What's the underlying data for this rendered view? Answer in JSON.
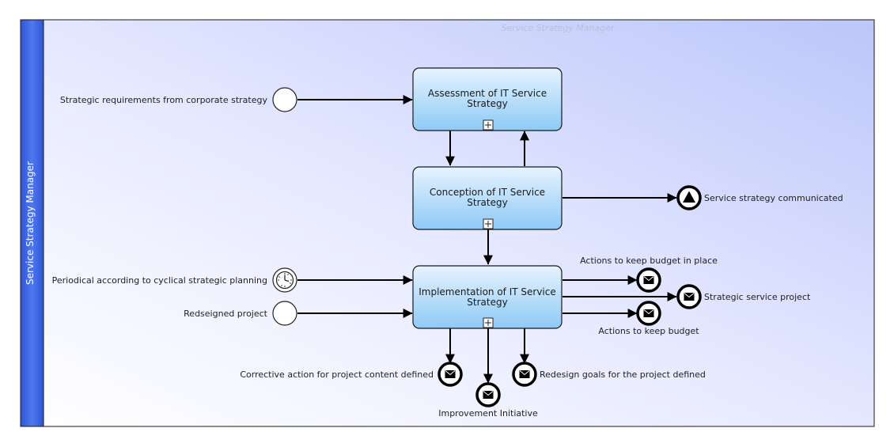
{
  "pool": {
    "lane_label": "Service Strategy Manager",
    "title": "Service Strategy Manager"
  },
  "tasks": [
    {
      "id": "assessment",
      "line1": "Assessment of IT Service",
      "line2": "Strategy"
    },
    {
      "id": "conception",
      "line1": "Conception of IT Service",
      "line2": "Strategy"
    },
    {
      "id": "implementation",
      "line1": "Implementation of IT Service",
      "line2": "Strategy"
    }
  ],
  "start_events": [
    {
      "id": "strategic-requirements",
      "label": "Strategic requirements from corporate strategy",
      "icon": "none"
    },
    {
      "id": "periodical",
      "label": "Periodical according to cyclical strategic planning",
      "icon": "clock-icon"
    },
    {
      "id": "redesigned-project",
      "label": "Redseigned project",
      "icon": "none"
    }
  ],
  "end_events": [
    {
      "id": "strategy-communicated",
      "label": "Service strategy communicated",
      "icon": "signal-icon"
    },
    {
      "id": "keep-budget-in-place",
      "label": "Actions to keep budget in place",
      "icon": "envelope-icon"
    },
    {
      "id": "strategic-service-project",
      "label": "Strategic service project",
      "icon": "envelope-icon"
    },
    {
      "id": "keep-budget",
      "label": "Actions to keep budget",
      "icon": "envelope-icon"
    },
    {
      "id": "corrective-action",
      "label": "Corrective action for project content defined",
      "icon": "envelope-icon"
    },
    {
      "id": "improvement-initiative",
      "label": "Improvement Initiative",
      "icon": "envelope-icon"
    },
    {
      "id": "redesign-goals",
      "label": "Redesign goals for the project defined",
      "icon": "envelope-icon"
    }
  ],
  "colors": {
    "lane_bar": "#3b63dc",
    "pool_bg_light": "#eef0ff",
    "pool_bg_dark": "#c3cbfb",
    "task_fill_top": "#e4f2ff",
    "task_fill_bottom": "#8fcbf7"
  }
}
